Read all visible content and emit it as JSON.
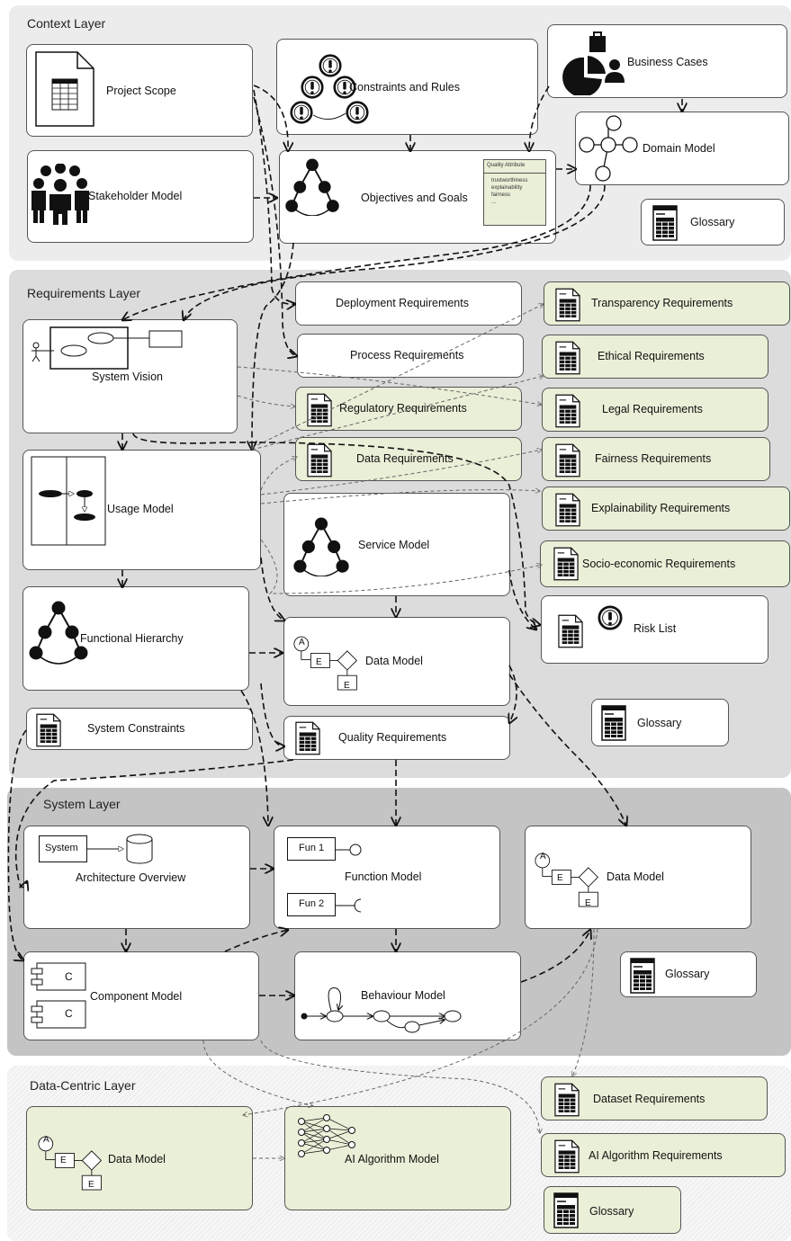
{
  "layers": {
    "context": "Context Layer",
    "requirements": "Requirements Layer",
    "system": "System Layer",
    "data_centric": "Data-Centric Layer"
  },
  "context": {
    "project_scope": "Project Scope",
    "constraints_rules": "Constraints and Rules",
    "business_cases": "Business Cases",
    "stakeholder_model": "Stakeholder Model",
    "objectives_goals": "Objectives and Goals",
    "quality_attribute": {
      "title": "Quality Attribute",
      "items": [
        "trustworthiness",
        "explainability",
        "fairness",
        "..."
      ]
    },
    "domain_model": "Domain Model",
    "glossary": "Glossary"
  },
  "requirements": {
    "deployment": "Deployment Requirements",
    "process": "Process Requirements",
    "regulatory": "Regulatory Requirements",
    "data_req": "Data Requirements",
    "transparency": "Transparency Requirements",
    "ethical": "Ethical Requirements",
    "legal": "Legal Requirements",
    "fairness": "Fairness Requirements",
    "explainability": "Explainability Requirements",
    "socio_economic": "Socio-economic Requirements",
    "system_vision": "System Vision",
    "usage_model": "Usage Model",
    "service_model": "Service Model",
    "functional_hierarchy": "Functional Hierarchy",
    "data_model": "Data Model",
    "risk_list": "Risk List",
    "system_constraints": "System Constraints",
    "quality_requirements": "Quality Requirements",
    "glossary": "Glossary",
    "entity_a": "A",
    "entity_e": "E"
  },
  "system": {
    "architecture_overview": "Architecture Overview",
    "system_label": "System",
    "function_model": "Function Model",
    "fun1": "Fun 1",
    "fun2": "Fun 2",
    "data_model": "Data Model",
    "component_model": "Component Model",
    "component_c": "C",
    "behaviour_model": "Behaviour Model",
    "glossary": "Glossary",
    "entity_a": "A",
    "entity_e": "E"
  },
  "data_centric": {
    "dataset_requirements": "Dataset Requirements",
    "data_model": "Data Model",
    "ai_algorithm_model": "AI Algorithm Model",
    "ai_algorithm_requirements": "AI Algorithm Requirements",
    "glossary": "Glossary",
    "entity_a": "A",
    "entity_e": "E"
  },
  "colors": {
    "context_bg": "#ececec",
    "requirements_bg": "#dcdcdc",
    "system_bg": "#c4c4c4",
    "green_box": "#eaefd7"
  }
}
